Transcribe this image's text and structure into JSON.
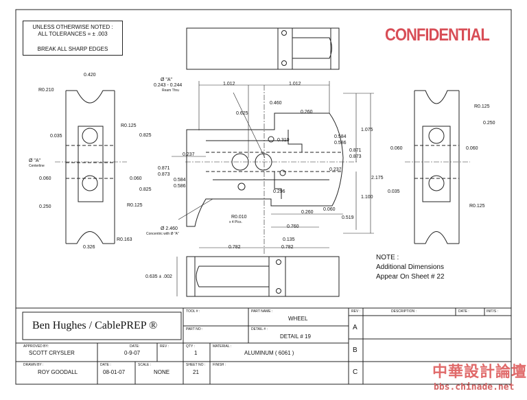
{
  "general_notes": {
    "line1": "UNLESS OTHERWISE NOTED :",
    "line2": "ALL TOLERANCES = ± .003",
    "line3": "BREAK ALL SHARP EDGES"
  },
  "stamp": "CONFIDENTIAL",
  "note": {
    "title": "NOTE :",
    "line1": "Additional Dimensions",
    "line2": "Appear On Sheet # 22"
  },
  "dimensions": {
    "d0420": "0.420",
    "r0210": "R0.210",
    "r0125a": "R0.125",
    "d0825a": "0.825",
    "d0035a": "0.035",
    "dia_a": "Ø \"A\"",
    "centerline": "Centerline",
    "d0060a": "0.060",
    "d0060b": "0.060",
    "d0825b": "0.825",
    "d0250a": "0.250",
    "r0125b": "R0.125",
    "r0163": "R0.163",
    "d0326": "0.326",
    "hole_a": "Ø \"A\"",
    "hole_size": "0.243 - 0.244",
    "ream": "Ream Thru",
    "d1012a": "1.012",
    "d1012b": "1.012",
    "d0625": "0.625",
    "d0460": "0.460",
    "d0260a": "0.260",
    "d0584a": "0.584",
    "d0586a": "0.586",
    "d1075": "1.075",
    "d0310": "0.310",
    "d0237a": "0.237",
    "d0871a": "0.871",
    "d0873a": "0.873",
    "d0871b": "0.871",
    "d0873b": "0.873",
    "d0237b": "0.237",
    "d0584b": "0.584",
    "d0586b": "0.586",
    "d2175": "2.175",
    "d0296": "0.296",
    "d1100": "1.100",
    "d0260b": "0.260",
    "d0060c": "0.060",
    "r0010": "R0.010",
    "x4": "x 4 Plcs.",
    "d0519": "0.519",
    "d0760": "0.760",
    "d2460": "Ø 2.460",
    "concentric": "Concentric with Ø \"A\"",
    "d0135": "0.135",
    "d0782a": "0.782",
    "d0782b": "0.782",
    "d0635": "0.635 ± .002",
    "r0125c": "R0.125",
    "d0250b": "0.250",
    "d0060d": "0.060",
    "d0060e": "0.060",
    "d0035b": "0.035",
    "r0125d": "R0.125"
  },
  "title_block": {
    "company": "Ben Hughes / CablePREP ®",
    "tool_no_label": "TOOL # :",
    "tool_no": "",
    "part_name_label": "PART NAME :",
    "part_name": "WHEEL",
    "part_no_label": "PART NO :",
    "part_no": "",
    "detail_label": "DETAIL # :",
    "detail": "DETAIL # 19",
    "approved_label": "APPROVED BY:",
    "approved": "SCOTT CRYSLER",
    "date_label1": "DATE:",
    "date1": "0-9-07",
    "rev_label": "REV :",
    "qty_label": "QTY :",
    "qty": "1",
    "material_label": "MATERIAL :",
    "material": "ALUMINUM ( 6061 )",
    "drawn_label": "DRAWN BY :",
    "drawn": "ROY GOODALL",
    "date_label2": "DATE :",
    "date2": "08-01-07",
    "scale_label": "SCALE :",
    "scale": "NONE",
    "sheet_label": "SHEET NO :",
    "sheet": "21",
    "finish_label": "FINISH :",
    "rev_col_label": "REV :",
    "description_label": "DESCRIPTION :",
    "date_col_label": "DATE :",
    "initials_label": "INIT/S :",
    "rev_a": "A",
    "rev_b": "B",
    "rev_c": "C"
  },
  "watermark": {
    "cn": "中華設計論壇",
    "url": "bbs.chinade.net"
  }
}
